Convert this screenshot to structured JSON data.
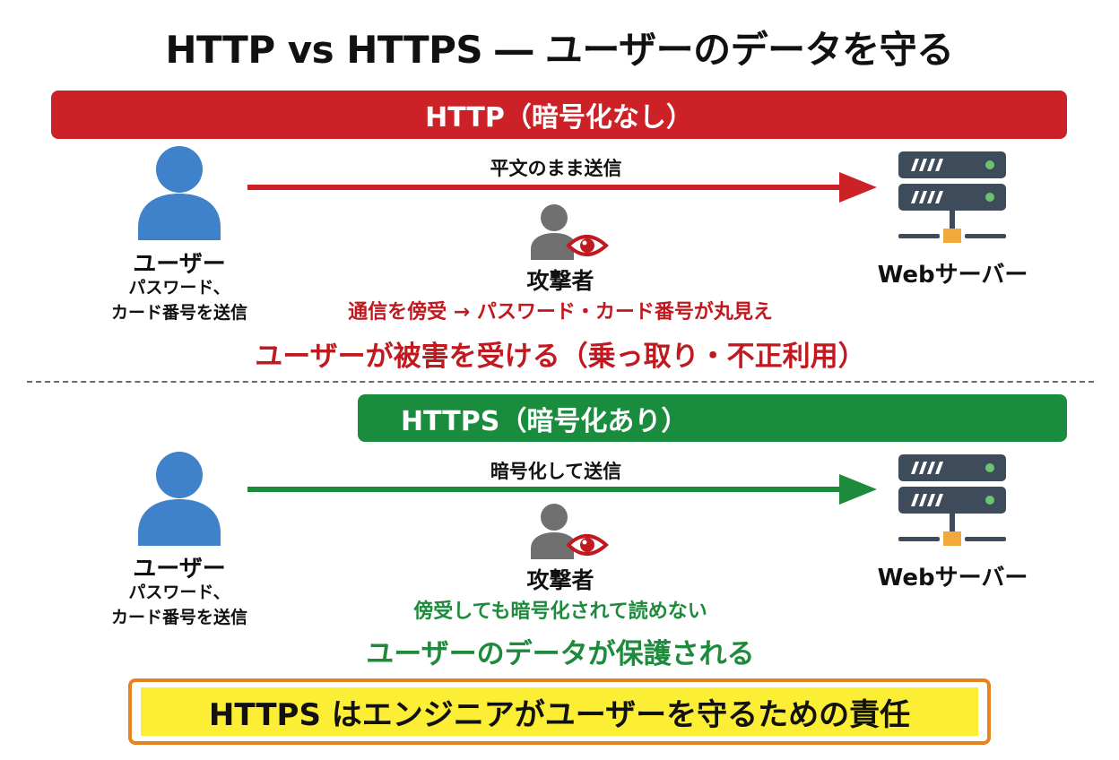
{
  "title": "HTTP vs HTTPS ― ユーザーのデータを守る",
  "colors": {
    "http_red": "#cc2127",
    "https_green": "#1a8c3e",
    "user_blue": "#3f82c9",
    "attacker_gray": "#707070",
    "server_dark": "#3e4b5a",
    "server_led": "#6cc46c",
    "switch_orange": "#f2a93b",
    "highlight_yellow": "#fbee34",
    "highlight_border": "#e8821e"
  },
  "http_section": {
    "banner": "HTTP（暗号化なし）",
    "user": {
      "icon": "user-icon",
      "label": "ユーザー",
      "desc_line1": "パスワード、",
      "desc_line2": "カード番号を送信"
    },
    "arrow_label": "平文のまま送信",
    "attacker": {
      "icon": "attacker-eye-icon",
      "label": "攻撃者"
    },
    "server": {
      "icon": "server-icon",
      "label": "Webサーバー"
    },
    "risk_text": "通信を傍受 → パスワード・カード番号が丸見え",
    "consequence": "ユーザーが被害を受ける（乗っ取り・不正利用）"
  },
  "https_section": {
    "banner": "HTTPS（暗号化あり）",
    "user": {
      "icon": "user-icon",
      "label": "ユーザー",
      "desc_line1": "パスワード、",
      "desc_line2": "カード番号を送信"
    },
    "arrow_label": "暗号化して送信",
    "attacker": {
      "icon": "attacker-eye-icon",
      "label": "攻撃者"
    },
    "server": {
      "icon": "server-icon",
      "label": "Webサーバー"
    },
    "safe_text": "傍受しても暗号化されて読めない",
    "outcome": "ユーザーのデータが保護される"
  },
  "conclusion": "HTTPS はエンジニアがユーザーを守るための責任"
}
